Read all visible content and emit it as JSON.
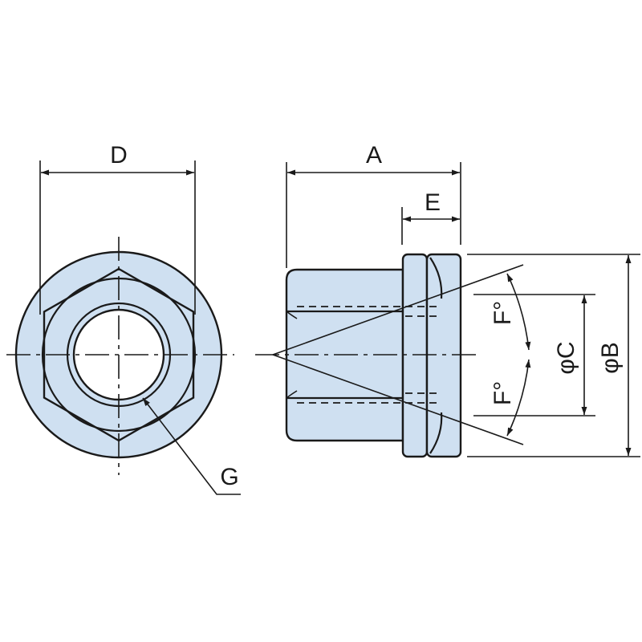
{
  "colors": {
    "part_fill": "#cfe0f1",
    "line": "#1a1a1a",
    "background": "#ffffff"
  },
  "labels": {
    "d": "D",
    "a": "A",
    "e": "E",
    "g": "G",
    "f_top": "F°",
    "f_bottom": "F°",
    "c": "φC",
    "b": "φB"
  }
}
